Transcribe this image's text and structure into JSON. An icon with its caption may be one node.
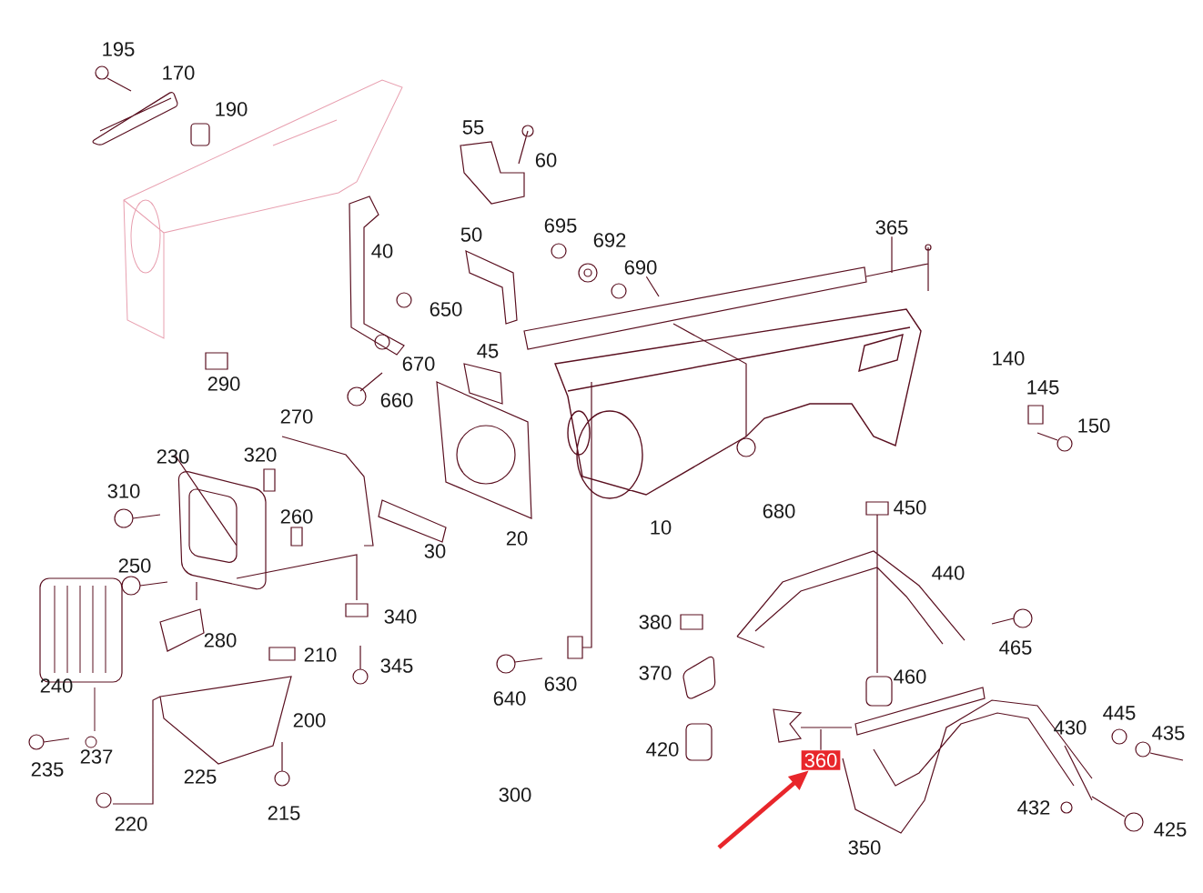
{
  "diagram": {
    "nodes": [
      {
        "text": [
          "365"
        ]
      },
      {
        "text": [
          "690"
        ]
      },
      {
        "text": [
          "360"
        ]
      }
    ],
    "edges": [
      {
        "from": 0,
        "to": null,
        "arrow": "none"
      },
      {
        "from": 1,
        "to": null,
        "arrow": "none"
      },
      {
        "from": 2,
        "to": null,
        "arrow": "none"
      },
      {
        "from": null,
        "to": 2,
        "arrow": "to",
        "style": "thick",
        "color": "#e8262b"
      }
    ],
    "labels": [
      "195",
      "170",
      "190",
      "55",
      "60",
      "50",
      "695",
      "692",
      "40",
      "650",
      "670",
      "45",
      "140",
      "145",
      "290",
      "660",
      "270",
      "150",
      "230",
      "320",
      "310",
      "450",
      "680",
      "260",
      "10",
      "20",
      "30",
      "250",
      "440",
      "340",
      "380",
      "280",
      "465",
      "210",
      "345",
      "370",
      "460",
      "630",
      "240",
      "640",
      "445",
      "200",
      "430",
      "435",
      "420",
      "237",
      "235",
      "225",
      "300",
      "432",
      "215",
      "220",
      "425",
      "350"
    ]
  }
}
